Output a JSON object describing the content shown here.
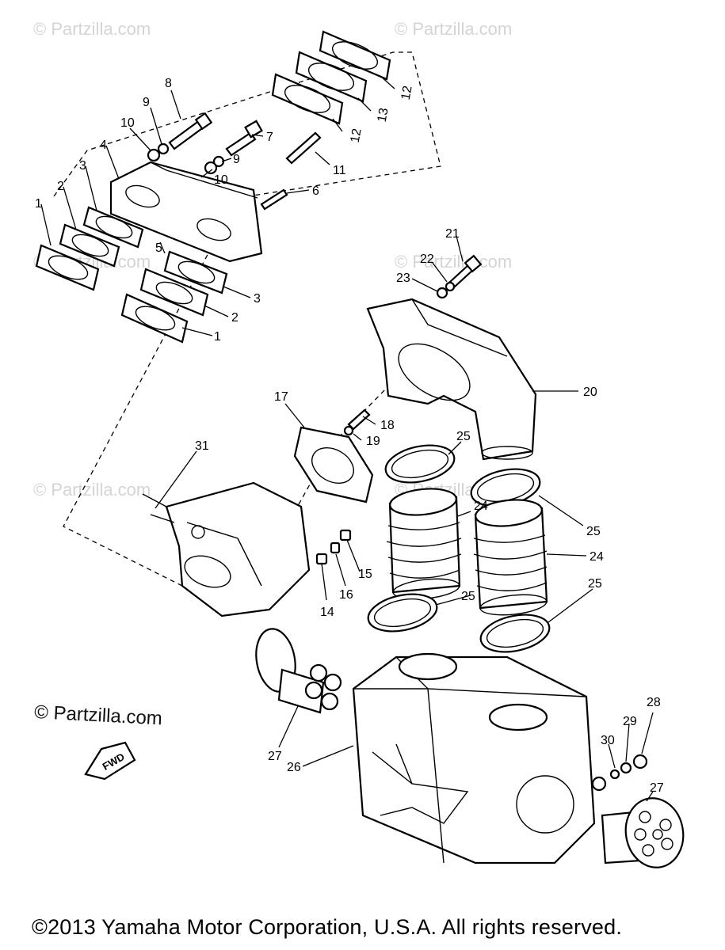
{
  "watermark": "© Partzilla.com",
  "credit": "© Partzilla.com",
  "copyright": "©2013  Yamaha Motor Corporation, U.S.A. All rights reserved.",
  "fwd_label": "FWD",
  "callouts": {
    "c1a": "1",
    "c1b": "1",
    "c2a": "2",
    "c2b": "2",
    "c3a": "3",
    "c3b": "3",
    "c4": "4",
    "c5": "5",
    "c6": "6",
    "c7": "7",
    "c8": "8",
    "c9a": "9",
    "c9b": "9",
    "c10a": "10",
    "c10b": "10",
    "c11": "11",
    "c12a": "12",
    "c12b": "12",
    "c13": "13",
    "c14": "14",
    "c15": "15",
    "c16": "16",
    "c17": "17",
    "c18": "18",
    "c19": "19",
    "c20": "20",
    "c21": "21",
    "c22": "22",
    "c23": "23",
    "c24a": "24",
    "c24b": "24",
    "c25a": "25",
    "c25b": "25",
    "c25c": "25",
    "c25d": "25",
    "c26": "26",
    "c27a": "27",
    "c27b": "27",
    "c28": "28",
    "c29": "29",
    "c30": "30",
    "c31": "31"
  }
}
